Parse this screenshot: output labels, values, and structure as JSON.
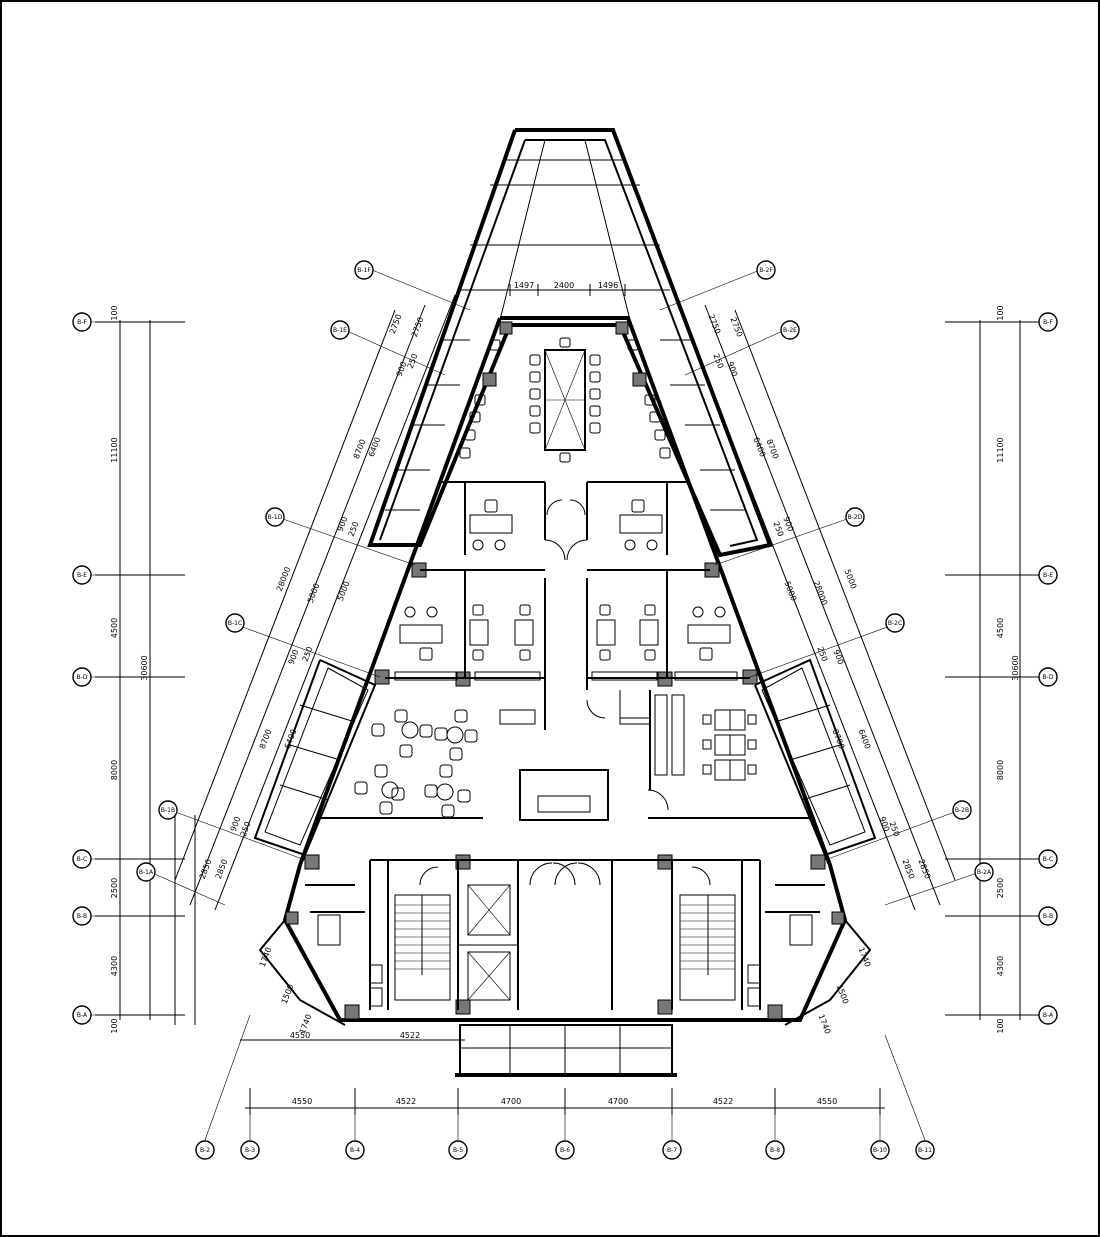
{
  "plan": {
    "dims_bottom": [
      "4550",
      "4522",
      "4700",
      "4700",
      "4522",
      "4550"
    ],
    "dims_top": [
      "1497",
      "2400",
      "1496"
    ],
    "dims_left_vertical": [
      "100",
      "11100",
      "4500",
      "8000",
      "2500",
      "4300",
      "100"
    ],
    "dims_left_total": "30600",
    "dims_right_vertical": [
      "100",
      "11100",
      "4500",
      "8000",
      "2500",
      "4300",
      "100"
    ],
    "dims_right_total": "30600",
    "dims_left_slope": [
      "2750",
      "2750",
      "900",
      "250",
      "8700",
      "6400",
      "900",
      "250",
      "28000",
      "5000",
      "5000",
      "900",
      "250",
      "8700",
      "6400",
      "900",
      "250",
      "2850",
      "2850",
      "1740",
      "1500",
      "1740"
    ],
    "dims_right_slope": [
      "2750",
      "2750",
      "250",
      "900",
      "6400",
      "8700",
      "900",
      "250",
      "28000",
      "5000",
      "5000",
      "250",
      "900",
      "6400",
      "8700",
      "900",
      "250",
      "2850",
      "2850",
      "1740",
      "1500",
      "1740"
    ],
    "dims_bottom_small": [
      "4550",
      "4522"
    ],
    "grid_bottom": [
      "B-2",
      "B-3",
      "B-4",
      "B-5",
      "B-6",
      "B-7",
      "B-8",
      "B-10",
      "B-11"
    ],
    "grid_left": [
      "B-F",
      "B-E",
      "B-D",
      "B-C",
      "B-B",
      "B-A"
    ],
    "grid_right": [
      "B-F",
      "B-E",
      "B-D",
      "B-C",
      "B-B",
      "B-A"
    ],
    "grid_slope_left": [
      "B-1F",
      "B-1E",
      "B-1D",
      "B-1C",
      "B-1B",
      "B-1A"
    ],
    "grid_slope_right": [
      "B-2F",
      "B-2E",
      "B-2D",
      "B-2C",
      "B-2B",
      "B-2A"
    ]
  }
}
